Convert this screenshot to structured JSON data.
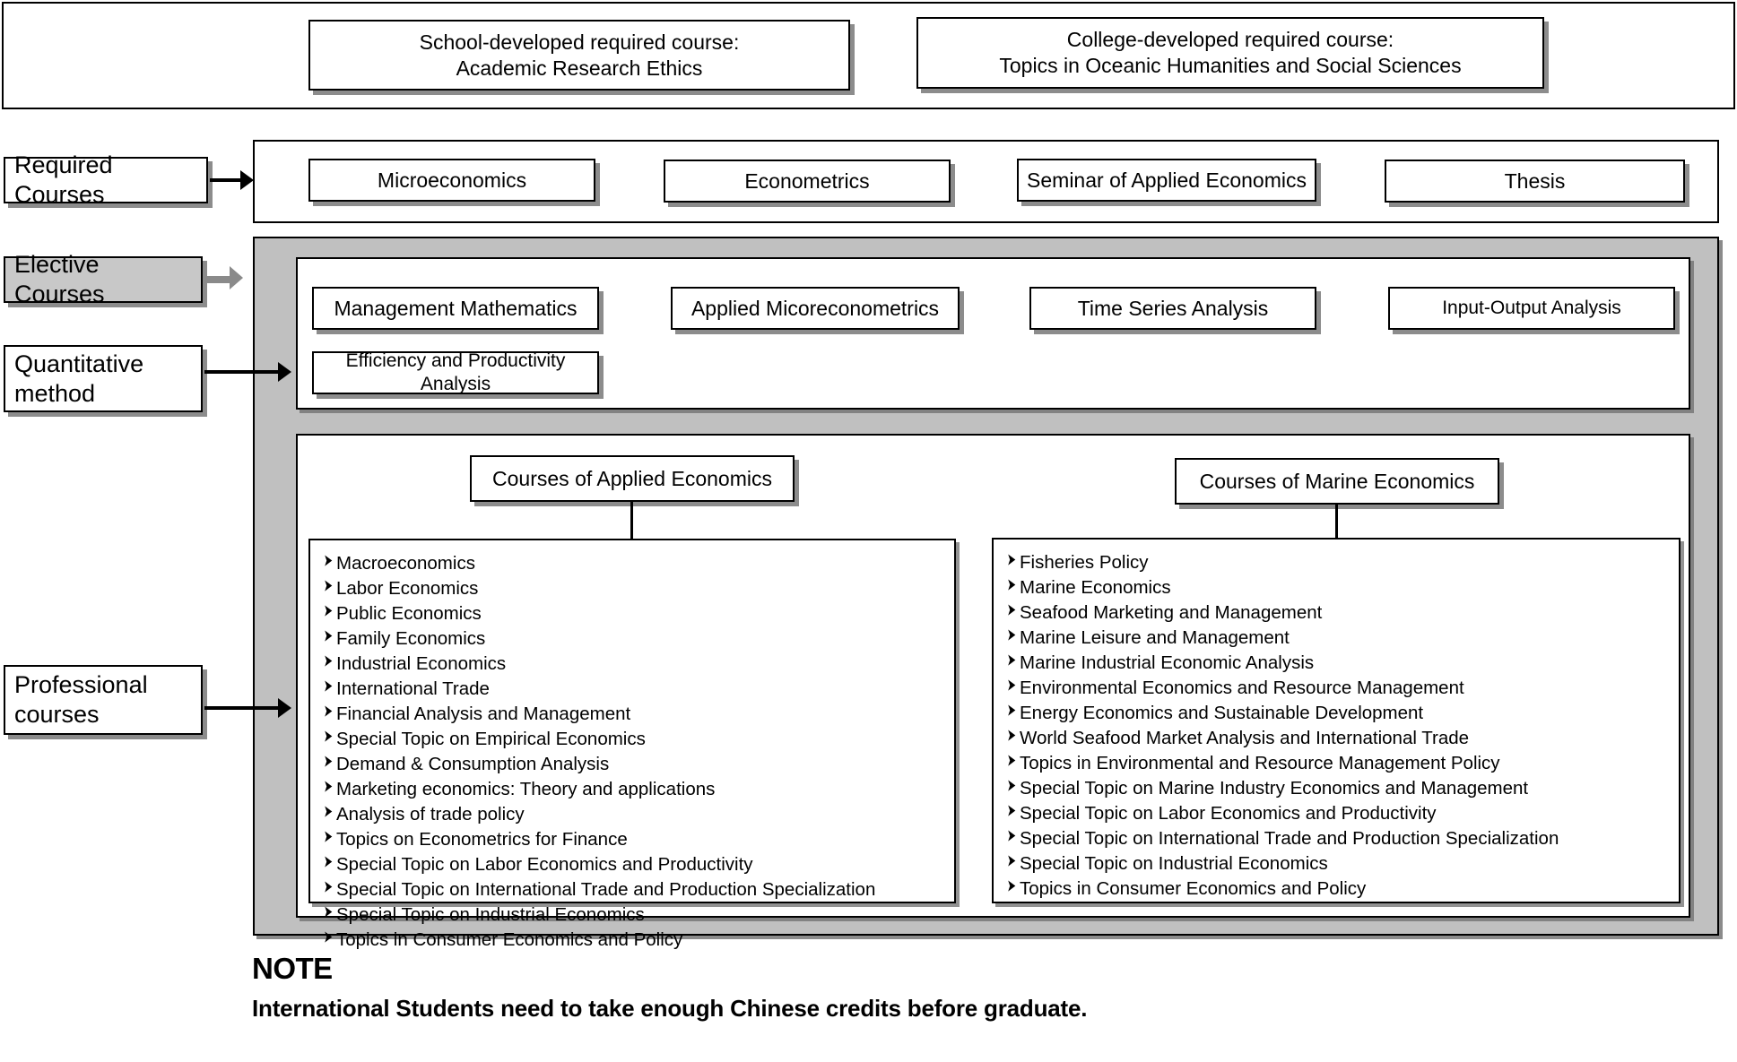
{
  "top_band": {
    "boxes": [
      {
        "line1": "School-developed required course:",
        "line2": "Academic Research Ethics"
      },
      {
        "line1": "College-developed required course:",
        "line2": "Topics in Oceanic Humanities and Social Sciences"
      }
    ]
  },
  "required": {
    "label": "Required Courses",
    "courses": [
      "Microeconomics",
      "Econometrics",
      "Seminar of Applied Economics",
      "Thesis"
    ]
  },
  "elective": {
    "label": "Elective Courses"
  },
  "quantitative": {
    "label_line1": "Quantitative",
    "label_line2": "method",
    "courses": [
      "Management Mathematics",
      "Applied Micoreconometrics",
      "Time Series Analysis",
      "Input-Output Analysis",
      "Efficiency and Productivity Analysis"
    ]
  },
  "professional": {
    "label_line1": "Professional",
    "label_line2": "courses",
    "groups": [
      {
        "title": "Courses of Applied Economics",
        "items": [
          "Macroeconomics",
          "Labor Economics",
          "Public Economics",
          "Family Economics",
          "Industrial Economics",
          "International Trade",
          "Financial Analysis and Management",
          "Special Topic on Empirical Economics",
          "Demand & Consumption Analysis",
          "Marketing economics: Theory and applications",
          "Analysis of trade policy",
          "Topics on Econometrics for Finance",
          "Special Topic on Labor Economics and Productivity",
          "Special Topic on International Trade and Production Specialization",
          "Special Topic on Industrial Economics",
          "Topics in Consumer Economics and Policy"
        ]
      },
      {
        "title": "Courses of Marine Economics",
        "items": [
          "Fisheries Policy",
          "Marine Economics",
          "Seafood Marketing and Management",
          "Marine Leisure and Management",
          "Marine Industrial Economic Analysis",
          "Environmental Economics and Resource Management",
          "Energy Economics and Sustainable Development",
          "World Seafood Market Analysis and International Trade",
          "Topics in Environmental and Resource Management Policy",
          "Special Topic on Marine Industry Economics and Management",
          "Special Topic on Labor Economics and Productivity",
          "Special Topic on International Trade and Production Specialization",
          "Special Topic on Industrial Economics",
          "Topics in Consumer Economics and Policy"
        ]
      }
    ]
  },
  "note": {
    "title": "NOTE",
    "text": "International Students need to take enough Chinese credits before graduate."
  },
  "colors": {
    "gray_panel": "#c0c0c0",
    "gray_label": "#c8c8c8",
    "gray_arrow": "#8a8a8a",
    "border": "#000000",
    "background": "#ffffff"
  }
}
